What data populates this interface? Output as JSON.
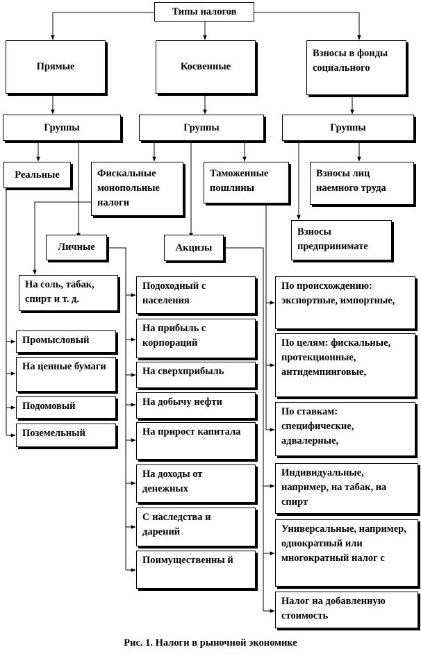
{
  "root": "Типы налогов",
  "branches": {
    "direct": "Прямые",
    "indirect": "Косвенные",
    "social": "Взносы в фонды социального"
  },
  "groups": {
    "direct": "Группы",
    "indirect": "Группы",
    "social": "Группы"
  },
  "direct": {
    "real": "Реальные",
    "personal": "Личные",
    "real_items": [
      "Промысловый",
      "На ценные бумаги",
      "Подомовый",
      "Поземельный"
    ],
    "personal_items": [
      "Подоходный с населения",
      "На прибыль с корпораций",
      "На сверхприбыль",
      "На добычу нефти",
      "На прирост капитала",
      "На доходы от денежных",
      "С наследства и дарений",
      "Поимущественны й"
    ]
  },
  "indirect": {
    "fiscal_monopoly": "Фискальные монопольные налоги",
    "fiscal_monopoly_item": "На соль, табак, спирт и т. д.",
    "customs": "Таможенные пошлины",
    "excise": "Акцизы",
    "customs_items": [
      "По происхождению: экспортные, импортные,",
      "По целям: фискальные, протекционные, антидемпинговые,",
      "По ставкам: специфические, адвалерные,"
    ],
    "excise_items": [
      "Индивидуальные, например, на табак, на спирт",
      "Универсальные, например, однократный или многократный налог с",
      "Налог на добавленную стоимость"
    ]
  },
  "social": {
    "employees": "Взносы лиц наемного труда",
    "entrepreneurs": "Взносы предпринимате"
  },
  "caption": "Рис. 1. Налоги в рыночной экономике"
}
